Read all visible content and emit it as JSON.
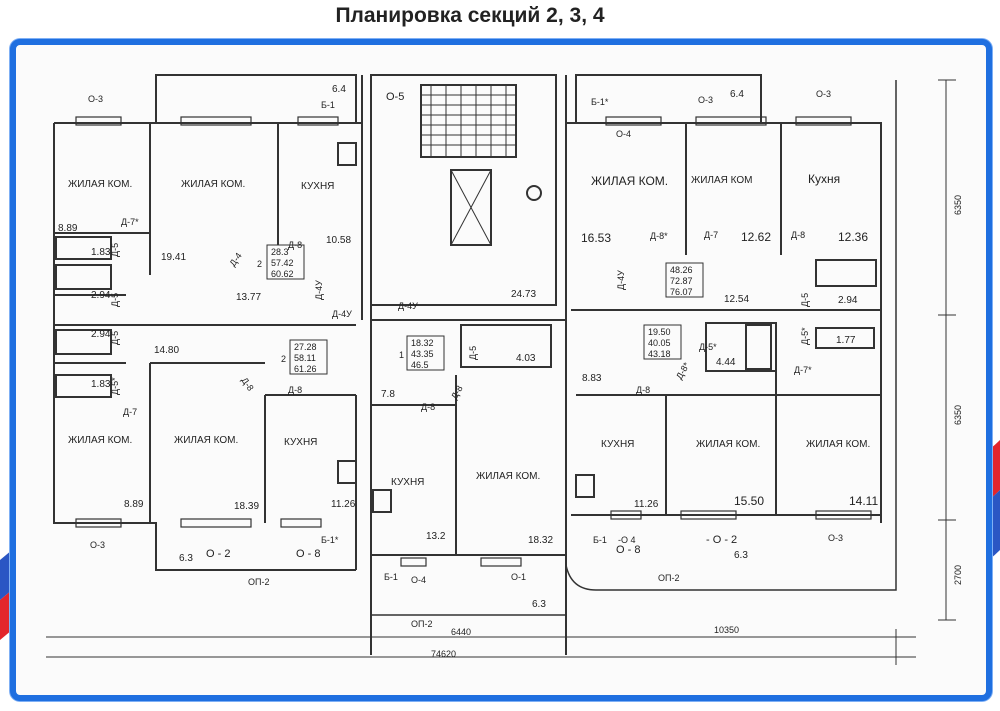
{
  "title": "Планировка секций 2, 3, 4",
  "colors": {
    "frame": "#1f6fe0",
    "flag_red": "#e3262c",
    "flag_blue": "#2a56c4"
  },
  "rooms": {
    "living": "ЖИЛАЯ КОМ.",
    "living_alt": "ЖИЛАЯ КОМ",
    "kitchen": "КУХНЯ",
    "kitchen_alt": "Кухня"
  },
  "areas": {
    "a8_89_top": "8.89",
    "a19_41": "19.41",
    "a10_58": "10.58",
    "a1_83_top": "1.83",
    "a2_94_top": "2.94",
    "a13_77": "13.77",
    "a24_73": "24.73",
    "a2_94_mid": "2.94",
    "a14_80": "14.80",
    "a1_83_mid": "1.83",
    "a8_89_bot": "8.89",
    "a18_39": "18.39",
    "a11_26_left": "11.26",
    "a4_03": "4.03",
    "a7_8": "7.8",
    "a13_2": "13.2",
    "a18_32": "18.32",
    "a16_53": "16.53",
    "a12_62": "12.62",
    "a12_36": "12.36",
    "a12_54": "12.54",
    "a2_94_right": "2.94",
    "a1_77": "1.77",
    "a4_44": "4.44",
    "a8_83": "8.83",
    "a11_26_right": "11.26",
    "a15_50": "15.50",
    "a14_11": "14.11",
    "a6_3_left": "6.3",
    "a6_3_mid": "6.3",
    "a6_3_right": "6.3",
    "a6_4_left": "6.4",
    "a6_4_right": "6.4"
  },
  "apt_boxes": {
    "b1": [
      "28.3",
      "57.42",
      "60.62"
    ],
    "b1_n": "2",
    "b2": [
      "27.28",
      "58.11",
      "61.26"
    ],
    "b2_n": "2",
    "b3": [
      "18.32",
      "43.35",
      "46.5"
    ],
    "b3_n": "1",
    "b4": [
      "48.26",
      "72.87",
      "76.07"
    ],
    "b5": [
      "19.50",
      "40.05",
      "43.18"
    ]
  },
  "labels": {
    "o3_tl": "О-3",
    "o3_tr1": "О-3",
    "o3_tr2": "О-3",
    "o3_bl": "О-3",
    "o3_br": "О-3",
    "o5": "О-5",
    "o4_top": "О-4",
    "o4_bot": "О-4",
    "o1": "О-1",
    "o2_left": "О - 2",
    "o8_left": "О - 8",
    "o8_right": "О - 8",
    "o4_strike": "-О 4",
    "o2_right": "- О - 2",
    "b1_tl": "Б-1",
    "b1_tr": "Б-1*",
    "b1_bl": "Б-1*",
    "b1_bm": "Б-1",
    "b1_br": "Б-1",
    "d7s_tl": "Д-7*",
    "d5_1": "Д-5",
    "d5_2": "Д-5",
    "d4": "Д-4",
    "d8_1": "Д-8",
    "d4u_1": "Д-4У",
    "d4u_2": "Д-4У",
    "d4u_3": "Д-4У",
    "d5_3": "Д-5",
    "d5s": "Д-5*",
    "d7_l": "Д-7",
    "d8_2": "Д-8",
    "d8_3": "Д-8",
    "d5_4": "Д-5",
    "d8_4": "Д-8",
    "d8_5": "Д-8",
    "d8s": "Д-8*",
    "d7_r": "Д-7",
    "d8_6": "Д-8",
    "d4u_r": "Д-4У",
    "d5_r": "Д-5",
    "d5s_r": "Д-5*",
    "d5s_r2": "Д-5*",
    "d7s_r": "Д-7*",
    "d8s_r2": "Д-8*",
    "d8_r3": "Д-8",
    "op2_l": "ОП-2",
    "op2_m": "ОП-2",
    "op2_r": "ОП-2"
  },
  "dims": {
    "w6440": "6440",
    "w10350": "10350",
    "w74620": "74620",
    "h6350_1": "6350",
    "h6350_2": "6350",
    "h2700": "2700"
  }
}
